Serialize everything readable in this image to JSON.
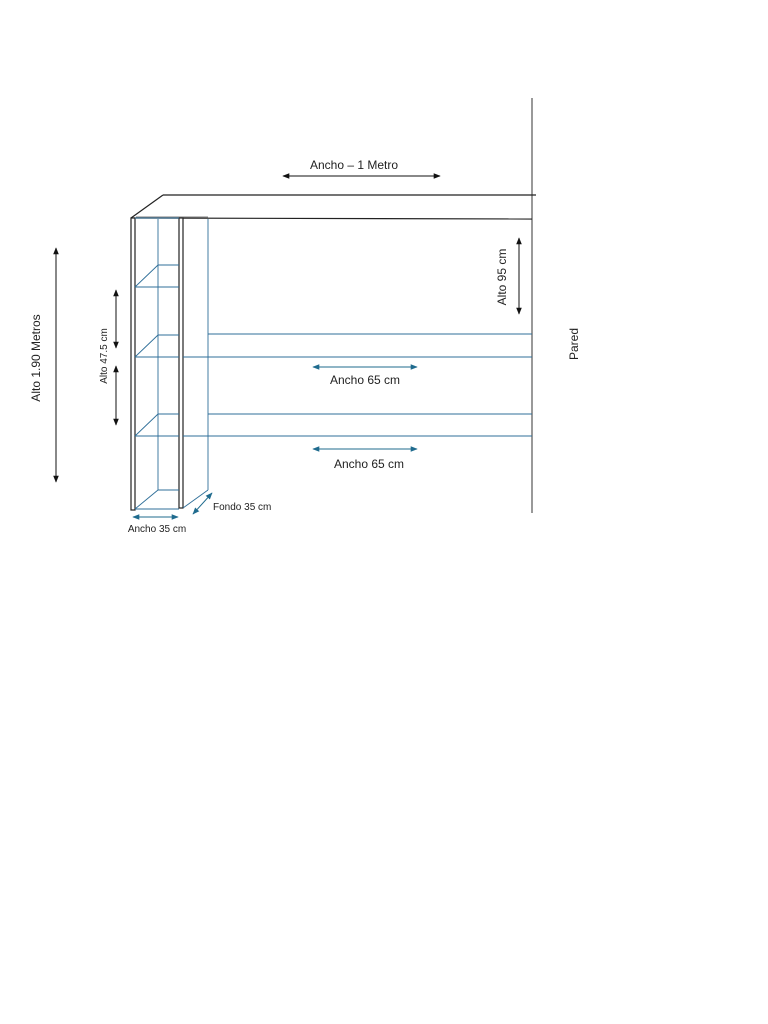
{
  "diagram": {
    "labels": {
      "ancho_metro": "Ancho – 1 Metro",
      "alto_total": "Alto 1.90 Metros",
      "alto_modulo": "Alto 47.5 cm",
      "alto_95": "Alto 95 cm",
      "pared": "Pared",
      "ancho_65_top": "Ancho 65 cm",
      "ancho_65_bottom": "Ancho 65 cm",
      "fondo": "Fondo 35 cm",
      "ancho_35": "Ancho 35 cm"
    },
    "colors": {
      "frame_line": "#222222",
      "shelf_line": "#2f6f99",
      "arrow_black": "#111111",
      "arrow_blue": "#1f6b8e",
      "background": "#ffffff"
    }
  }
}
